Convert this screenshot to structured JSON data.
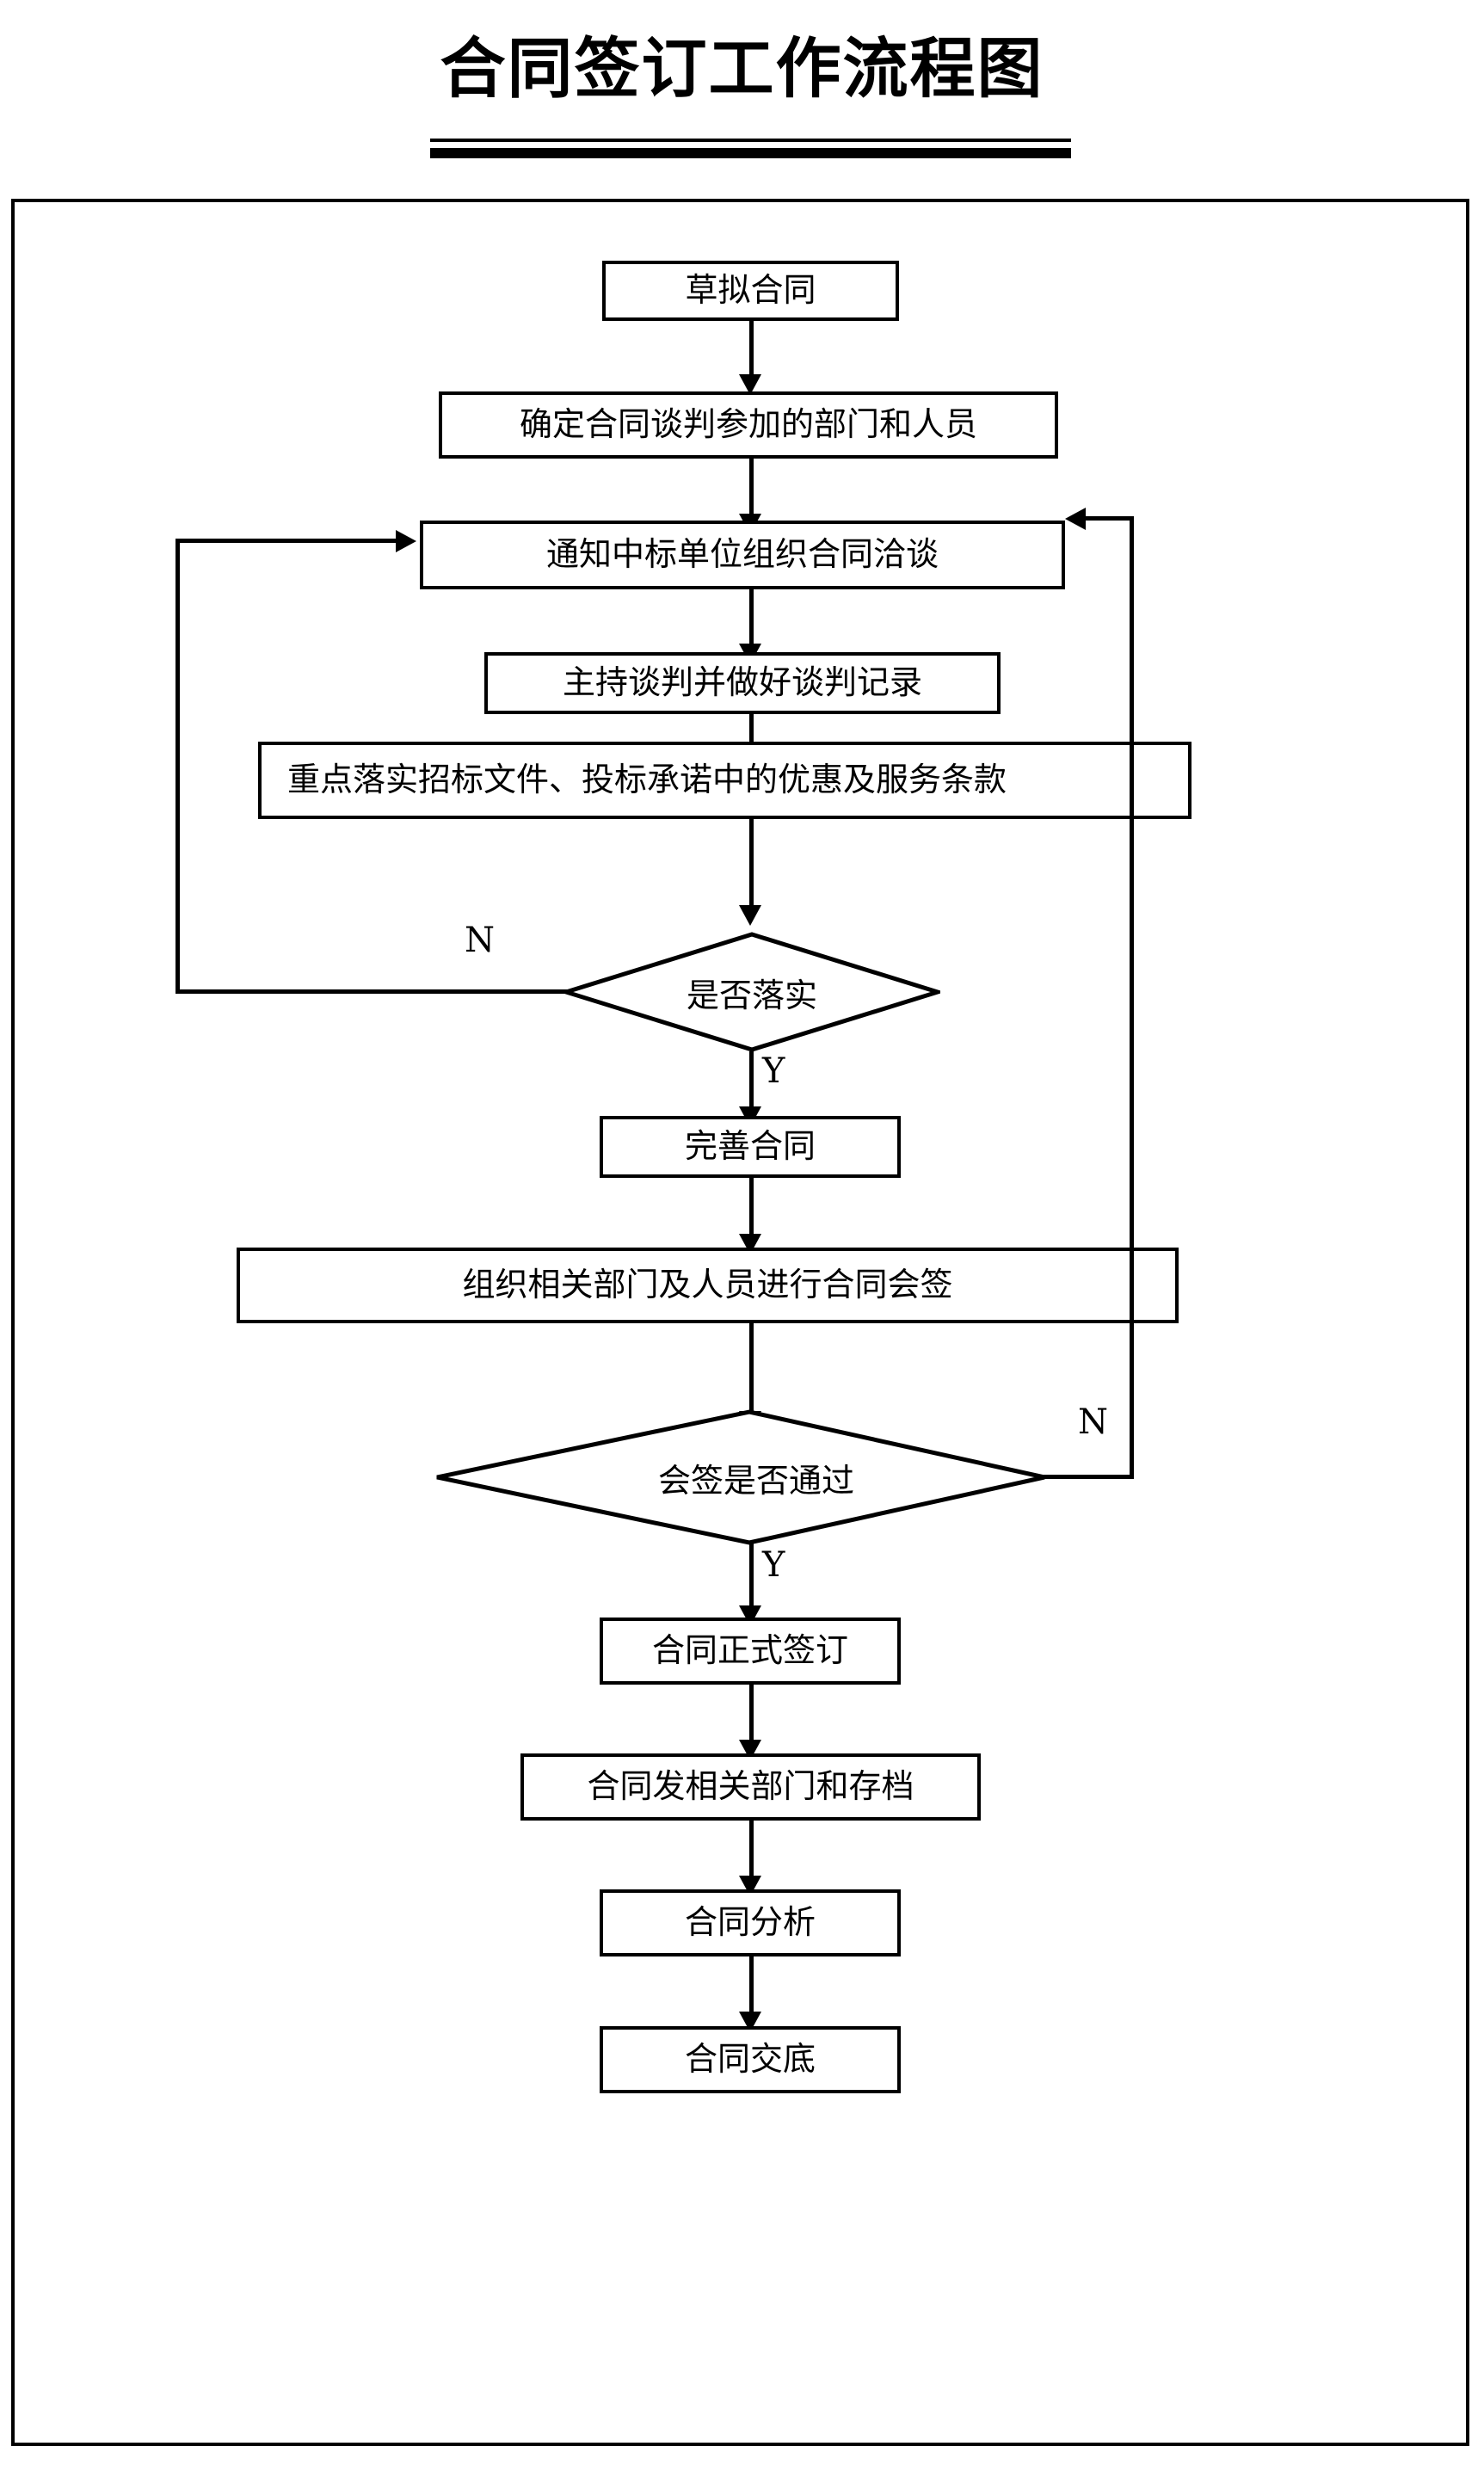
{
  "document": {
    "title": "合同签订工作流程图"
  },
  "flowchart": {
    "type": "flowchart",
    "orientation": "top-to-bottom",
    "nodes": [
      {
        "id": "n1",
        "shape": "process",
        "label": "草拟合同"
      },
      {
        "id": "n2",
        "shape": "process",
        "label": "确定合同谈判参加的部门和人员"
      },
      {
        "id": "n3",
        "shape": "process",
        "label": "通知中标单位组织合同洽谈"
      },
      {
        "id": "n4",
        "shape": "process",
        "label": "主持谈判并做好谈判记录"
      },
      {
        "id": "n5",
        "shape": "process",
        "label": "重点落实招标文件、投标承诺中的优惠及服务条款"
      },
      {
        "id": "d1",
        "shape": "decision",
        "label": "是否落实"
      },
      {
        "id": "n6",
        "shape": "process",
        "label": "完善合同"
      },
      {
        "id": "n7",
        "shape": "process",
        "label": "组织相关部门及人员进行合同会签"
      },
      {
        "id": "d2",
        "shape": "decision",
        "label": "会签是否通过"
      },
      {
        "id": "n8",
        "shape": "process",
        "label": "合同正式签订"
      },
      {
        "id": "n9",
        "shape": "process",
        "label": "合同发相关部门和存档"
      },
      {
        "id": "n10",
        "shape": "process",
        "label": "合同分析"
      },
      {
        "id": "n11",
        "shape": "process",
        "label": "合同交底"
      }
    ],
    "branch_labels": {
      "d1_no": "N",
      "d1_yes": "Y",
      "d2_no": "N",
      "d2_yes": "Y"
    },
    "edges": [
      {
        "from": "n1",
        "to": "n2",
        "label": ""
      },
      {
        "from": "n2",
        "to": "n3",
        "label": ""
      },
      {
        "from": "n3",
        "to": "n4",
        "label": ""
      },
      {
        "from": "n4",
        "to": "n5",
        "label": ""
      },
      {
        "from": "n5",
        "to": "d1",
        "label": ""
      },
      {
        "from": "d1",
        "to": "n3",
        "label": "N"
      },
      {
        "from": "d1",
        "to": "n6",
        "label": "Y"
      },
      {
        "from": "n6",
        "to": "n7",
        "label": ""
      },
      {
        "from": "n7",
        "to": "d2",
        "label": ""
      },
      {
        "from": "d2",
        "to": "n3",
        "label": "N"
      },
      {
        "from": "d2",
        "to": "n8",
        "label": "Y"
      },
      {
        "from": "n8",
        "to": "n9",
        "label": ""
      },
      {
        "from": "n9",
        "to": "n10",
        "label": ""
      },
      {
        "from": "n10",
        "to": "n11",
        "label": ""
      }
    ]
  },
  "colors": {
    "stroke": "#000000",
    "fill": "#ffffff",
    "text": "#000000"
  }
}
